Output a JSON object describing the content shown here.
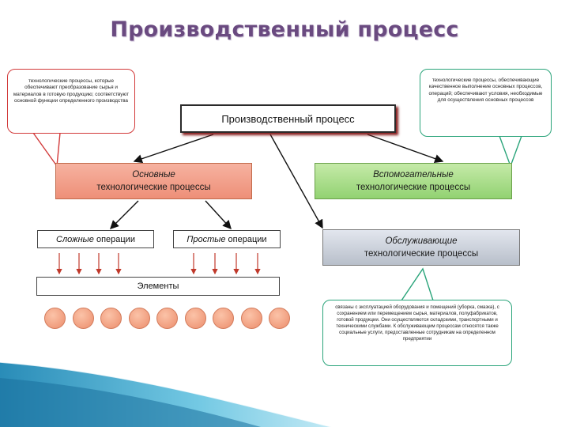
{
  "title": "Производственный процесс",
  "main_box": "Производственный процесс",
  "basic": {
    "line1": "Основные",
    "line2": "технологические процессы"
  },
  "auxiliary": {
    "line1": "Вспомогательные",
    "line2": "технологические процессы"
  },
  "service": {
    "line1": "Обслуживающие",
    "line2": "технологические процессы"
  },
  "complex_ops": {
    "word": "Сложные",
    "rest": " операции"
  },
  "simple_ops": {
    "word": "Простые",
    "rest": " операции"
  },
  "elements": "Элементы",
  "callout_left": "технологические процессы, которые обеспечивают преобразование сырья и материалов в готовую продукцию; соответствуют основной функции определенного производства",
  "callout_right": "технологические процессы, обеспечивающие качественное выполнение основных процессов, операций; обеспечивают условия, необходимые для осуществления основных процессов",
  "callout_bottom": "связаны с эксплуатацией оборудования и помещений (уборка, смазка), с сохранением или перемещением сырья, материалов, полуфабрикатов, готовой продукции. Они осуществляются складскими, транспортными и техническими службами. К обслуживающим процессам относятся также социальные услуги, предоставленные сотрудникам на определенном предприятии",
  "colors": {
    "title": "#6a4a80",
    "basic_fill": "#f4a898",
    "auxiliary_fill": "#a8dc88",
    "service_fill": "#c6ccd6",
    "element_circle": "#f0a080",
    "ribbon": "#3aa8cc"
  },
  "element_count": 9
}
